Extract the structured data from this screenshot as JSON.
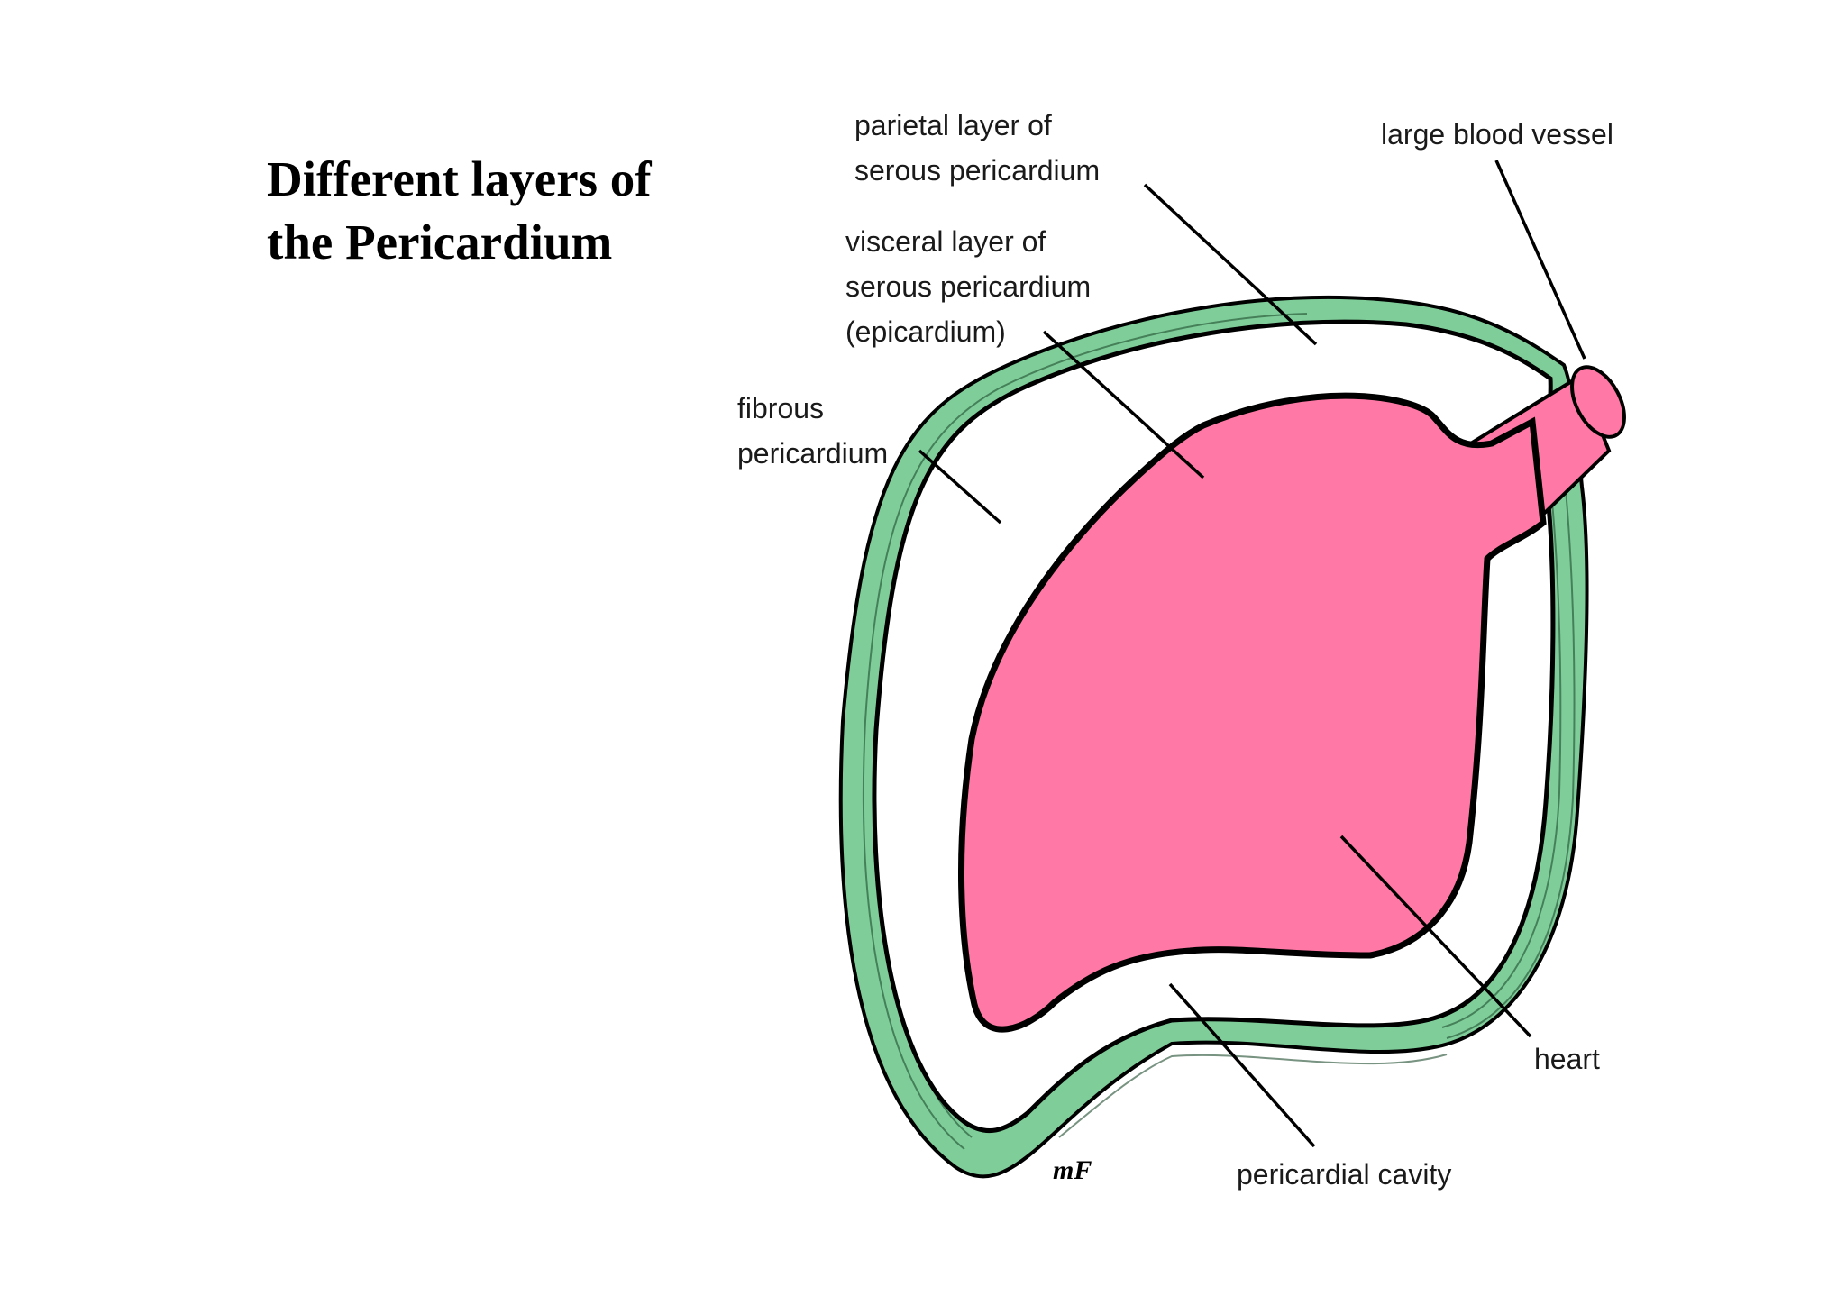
{
  "title": {
    "line1": "Different layers of",
    "line2": "the Pericardium"
  },
  "labels": {
    "parietal": {
      "line1": "parietal layer of",
      "line2": "serous pericardium"
    },
    "visceral": {
      "line1": "visceral layer of",
      "line2": "serous pericardium",
      "line3": "(epicardium)"
    },
    "fibrous": {
      "line1": "fibrous",
      "line2": "pericardium"
    },
    "vessel": "large blood vessel",
    "heart": "heart",
    "cavity": "pericardial cavity",
    "signature": "mF"
  },
  "colors": {
    "fibrous": "#7fce9a",
    "heart": "#ff78a6",
    "outline": "#000000"
  }
}
